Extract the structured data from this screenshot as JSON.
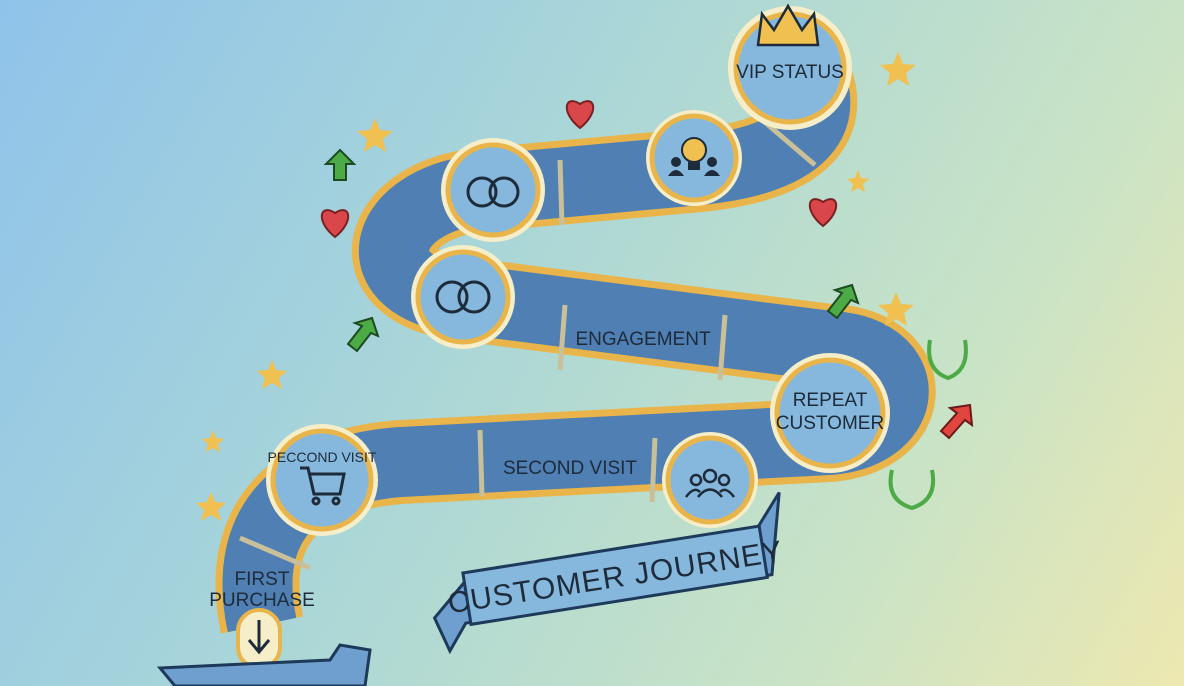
{
  "title": "CUSTOMER JOURNEY",
  "stages": {
    "first_purchase": [
      "FIRST",
      "PURCHASE"
    ],
    "second_visit_badge": "PECCOND VISIT",
    "second_visit": "SECOND VISIT",
    "engagement": "ENGAGEMENT",
    "repeat_customer": [
      "REPEAT",
      "CUSTOMER"
    ],
    "vip_status": "VIP STATUS"
  },
  "colors": {
    "road": "#4f7fb3",
    "border": "#e9b54a",
    "circle": "#86b7dc",
    "heart": "#d9474a",
    "star": "#f0c050",
    "arrow_green": "#4caa47",
    "arrow_red": "#e0453e"
  }
}
